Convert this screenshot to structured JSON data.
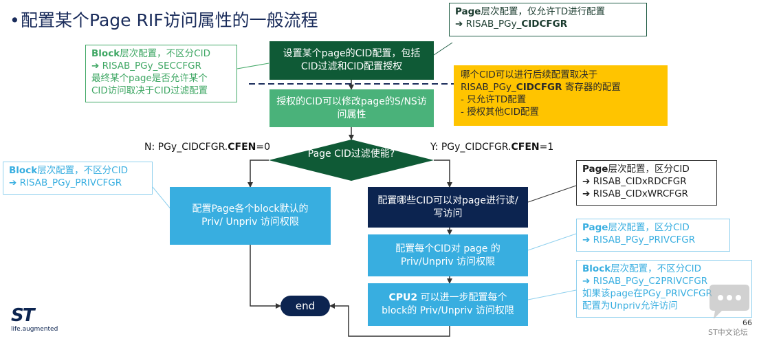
{
  "title": "配置某个Page RIF访问属性的一般流程",
  "bullet": "•",
  "flow": {
    "step1": "设置某个page的CID配置，包括CID过滤和CID配置授权",
    "step2": "授权的CID可以修改page的S/NS访问属性",
    "decision": "Page CID过滤使能?",
    "branch_no": "N: PGy_CIDCFGR.",
    "branch_no_b": "CFEN",
    "branch_no_v": "=0",
    "branch_yes": "Y: PGy_CIDCFGR.",
    "branch_yes_b": "CFEN",
    "branch_yes_v": "=1",
    "left_box": "配置Page各个block默认的Priv/ Unpriv 访问权限",
    "right1": "配置哪些CID可以对page进行读/写访问",
    "right2": "配置每个CID对 page 的Priv/Unpriv 访问权限",
    "right3_b": "CPU2",
    "right3": " 可以进一步配置每个block的 Priv/Unpriv 访问权限",
    "end": "end"
  },
  "notes": {
    "top_right": {
      "l1_b": "Page",
      "l1": "层次配置，仅允许TD进行配置",
      "l2": "➔ RISAB_PGy_",
      "l2_b": "CIDCFGR"
    },
    "left_green": {
      "l1_b": "Block",
      "l1": "层次配置，不区分CID",
      "l2": "➔  RISAB_PGy_SECCFGR",
      "l3": "最终某个page是否允许某个",
      "l4": "CID访问取决于CID过滤配置"
    },
    "yellow": {
      "l1": "哪个CID可以进行后续配置取决于",
      "l2": "RISAB_PGy_",
      "l2_b": "CIDCFGR",
      "l2_tail": " 寄存器的配置",
      "l3": "-    只允许TD配置",
      "l4": "-    授权其他CID配置"
    },
    "left_blue": {
      "l1_b": "Block",
      "l1": "层次配置，不区分CID",
      "l2": "➔ RISAB_PGy_PRIVCFGR"
    },
    "black": {
      "l1_b": "Page",
      "l1": "层次配置，区分CID",
      "l2": "➔ RISAB_CIDxRDCFGR",
      "l3": "➔ RISAB_CIDxWRCFGR"
    },
    "blue2": {
      "l1_b": "Page",
      "l1": "层次配置，区分CID",
      "l2": "➔  RISAB_PGy_PRIVCFGR"
    },
    "blue3": {
      "l1_b": "Block",
      "l1": "层次配置，不区分CID",
      "l2": "➔   RISAB_PGy_C2PRIVCFGR",
      "l3": "如果该page在PGy_PRIVCFGR",
      "l4": "配置为Unpriv允许访问"
    }
  },
  "footer": {
    "logo": "ST",
    "tagline": "life.augmented",
    "page": "66",
    "watermark": "ST中文论坛"
  },
  "colors": {
    "dark_green": "#0f5a36",
    "light_green": "#4ab27a",
    "light_blue": "#38aee0",
    "navy": "#0c2450",
    "yellow": "#ffc400"
  }
}
